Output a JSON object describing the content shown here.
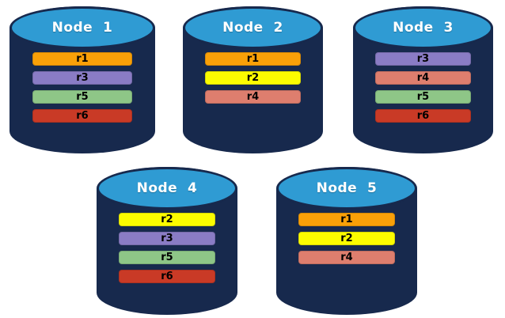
{
  "nodes": [
    {
      "label": "Node  1",
      "replicas": [
        "r1",
        "r3",
        "r5",
        "r6"
      ]
    },
    {
      "label": "Node  2",
      "replicas": [
        "r1",
        "r2",
        "r4"
      ]
    },
    {
      "label": "Node  3",
      "replicas": [
        "r3",
        "r4",
        "r5",
        "r6"
      ]
    },
    {
      "label": "Node  4",
      "replicas": [
        "r2",
        "r3",
        "r5",
        "r6"
      ]
    },
    {
      "label": "Node  5",
      "replicas": [
        "r1",
        "r2",
        "r4"
      ]
    }
  ],
  "replica_colors": {
    "r1": "#F9A008",
    "r2": "#FCFC00",
    "r3": "#8A7CC5",
    "r4": "#DE7E6E",
    "r5": "#8EC687",
    "r6": "#C93A26"
  },
  "palette": {
    "cylinder_body": "#17294D",
    "cylinder_top": "#2F9BD3",
    "node_label_color": "#FFFFFF",
    "bar_text_color": "#000000",
    "background": "#FFFFFF"
  }
}
